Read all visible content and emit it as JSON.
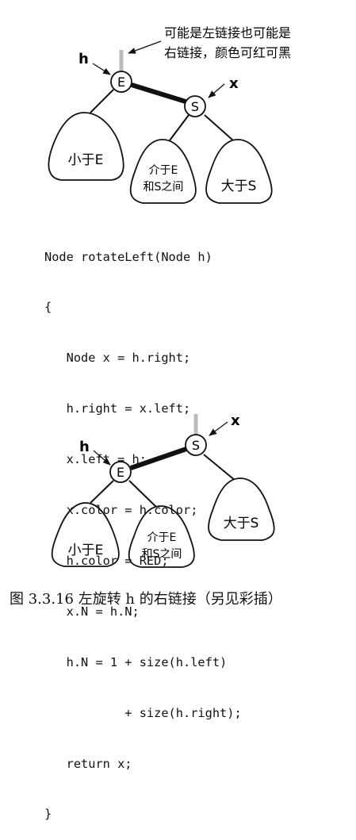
{
  "annotation": {
    "line1": "可能是左链接也可能是",
    "line2": "右链接，颜色可红可黑"
  },
  "top_tree": {
    "node_h_label": "h",
    "node_h_key": "E",
    "node_x_label": "x",
    "node_x_key": "S",
    "subtree_left": "小于E",
    "subtree_mid_line1": "介于E",
    "subtree_mid_line2": "和S之间",
    "subtree_right": "大于S"
  },
  "code_lines": [
    "Node rotateLeft(Node h)",
    "{",
    "   Node x = h.right;",
    "   h.right = x.left;",
    "   x.left = h;",
    "   x.color = h.color;",
    "   h.color = RED;",
    "   x.N = h.N;",
    "   h.N = 1 + size(h.left)",
    "           + size(h.right);",
    "   return x;",
    "}"
  ],
  "bottom_tree": {
    "node_h_label": "h",
    "node_h_key": "E",
    "node_x_label": "x",
    "node_x_key": "S",
    "subtree_left": "小于E",
    "subtree_mid_line1": "介于E",
    "subtree_mid_line2": "和S之间",
    "subtree_right": "大于S"
  },
  "caption": "图 3.3.16   左旋转 h 的右链接（另见彩插）",
  "colors": {
    "ink": "#111111",
    "parent_link": "#bbbbbb",
    "red_link": "#111111"
  }
}
